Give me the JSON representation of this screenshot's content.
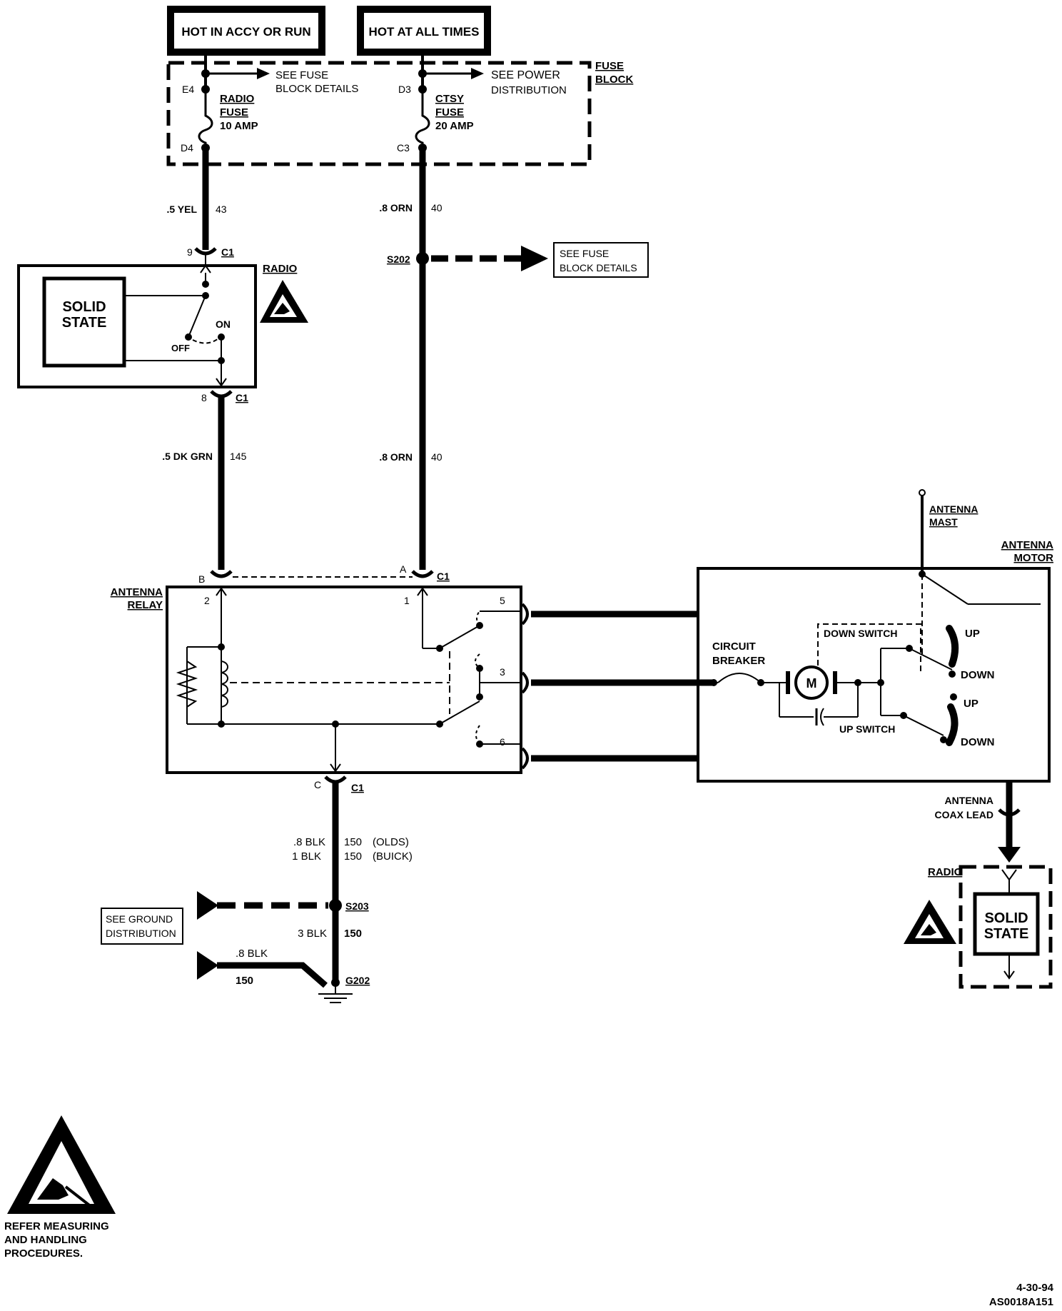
{
  "power": {
    "hot_accy_run": "HOT IN ACCY OR RUN",
    "hot_all_times": "HOT AT ALL TIMES"
  },
  "fuse_block": {
    "title_1": "FUSE",
    "title_2": "BLOCK",
    "radio_fuse": {
      "in_pin": "E4",
      "out_pin": "D4",
      "name_1": "RADIO",
      "name_2": "FUSE",
      "rating": "10 AMP",
      "see_1": "SEE FUSE",
      "see_2": "BLOCK DETAILS"
    },
    "ctsy_fuse": {
      "in_pin": "D3",
      "out_pin": "C3",
      "name_1": "CTSY",
      "name_2": "FUSE",
      "rating": "20 AMP",
      "see_1": "SEE POWER",
      "see_2": "DISTRIBUTION"
    }
  },
  "wires": {
    "yel": {
      "gauge": ".5 YEL",
      "circuit": "43"
    },
    "orn_top": {
      "gauge": ".8 ORN",
      "circuit": "40"
    },
    "dkgrn": {
      "gauge": ".5 DK GRN",
      "circuit": "145"
    },
    "orn_mid": {
      "gauge": ".8 ORN",
      "circuit": "40"
    },
    "blk_olds": {
      "gauge": ".8 BLK",
      "circuit": "150",
      "note": "(OLDS)"
    },
    "blk_buick": {
      "gauge": "1 BLK",
      "circuit": "150",
      "note": "(BUICK)"
    },
    "blk_3": {
      "gauge": "3 BLK",
      "circuit": "150"
    },
    "blk_branch": {
      "gauge": ".8 BLK",
      "circuit": "150"
    }
  },
  "splices": {
    "s202": "S202",
    "s202_see_1": "SEE FUSE",
    "s202_see_2": "BLOCK DETAILS",
    "s203": "S203",
    "g202": "G202",
    "ground_1": "SEE GROUND",
    "ground_2": "DISTRIBUTION"
  },
  "radio": {
    "label": "RADIO",
    "solid_1": "SOLID",
    "solid_2": "STATE",
    "on": "ON",
    "off": "OFF",
    "pin_in": "9",
    "pin_out": "8",
    "conn": "C1"
  },
  "relay": {
    "label_1": "ANTENNA",
    "label_2": "RELAY",
    "pin_b": "B",
    "pin_a": "A",
    "pin_c": "C",
    "conn": "C1",
    "terminal_2": "2",
    "terminal_1": "1",
    "terminal_5": "5",
    "terminal_3": "3",
    "terminal_6": "6"
  },
  "motor": {
    "mast_1": "ANTENNA",
    "mast_2": "MAST",
    "label_1": "ANTENNA",
    "label_2": "MOTOR",
    "breaker_1": "CIRCUIT",
    "breaker_2": "BREAKER",
    "m": "M",
    "down_switch": "DOWN SWITCH",
    "up_switch": "UP SWITCH",
    "up_a": "UP",
    "down_a": "DOWN",
    "up_b": "UP",
    "down_b": "DOWN",
    "coax_1": "ANTENNA",
    "coax_2": "COAX LEAD"
  },
  "radio2": {
    "label": "RADIO",
    "solid_1": "SOLID",
    "solid_2": "STATE"
  },
  "esd_note": {
    "line_1": "REFER MEASURING",
    "line_2": "AND HANDLING",
    "line_3": "PROCEDURES."
  },
  "footer": {
    "date": "4-30-94",
    "code": "AS0018A151"
  }
}
